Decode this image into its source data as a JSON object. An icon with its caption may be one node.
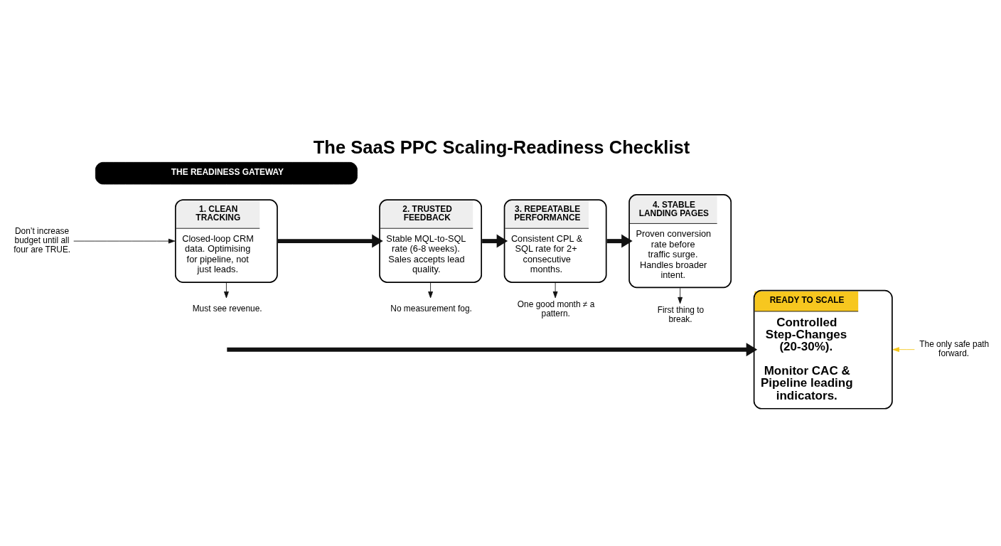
{
  "diagram": {
    "title": "The SaaS PPC Scaling-Readiness Checklist",
    "nodes": [
      {
        "text": [
          "Don’t increase budget until all four are TRUE."
        ]
      },
      {
        "text": [
          "THE READINESS GATEWAY"
        ]
      },
      {
        "text": [
          "1. CLEAN TRACKING",
          "Closed-loop CRM data. Optimising for pipeline, not just leads."
        ]
      },
      {
        "text": [
          "Must see revenue."
        ]
      },
      {
        "text": [
          "2. TRUSTED FEEDBACK",
          "Stable MQL-to-SQL rate (6-8 weeks). Sales accepts lead quality."
        ]
      },
      {
        "text": [
          "No measurement fog."
        ]
      },
      {
        "text": [
          "3. REPEATABLE PERFORMANCE",
          "Consistent CPL & SQL rate for 2+ consecutive months."
        ]
      },
      {
        "text": [
          "One good month ≠ a pattern."
        ]
      },
      {
        "text": [
          "4. STABLE LANDING PAGES",
          "Proven conversion rate before traffic surge. Handles broader intent."
        ]
      },
      {
        "text": [
          "First thing to break."
        ]
      },
      {
        "text": [
          "READY TO SCALE",
          "Controlled Step-Changes (20-30%).",
          "Monitor CAC & Pipeline leading indicators."
        ]
      },
      {
        "text": [
          "The only safe path forward."
        ]
      }
    ],
    "edges": [
      {
        "from": 0,
        "to": 2,
        "arrow": "to"
      },
      {
        "from": 2,
        "to": 3,
        "arrow": "to"
      },
      {
        "from": 2,
        "to": 4,
        "arrow": "to",
        "style": "thick"
      },
      {
        "from": 4,
        "to": 5,
        "arrow": "to"
      },
      {
        "from": 4,
        "to": 6,
        "arrow": "to",
        "style": "thick"
      },
      {
        "from": 6,
        "to": 7,
        "arrow": "to"
      },
      {
        "from": 6,
        "to": 8,
        "arrow": "to",
        "style": "thick"
      },
      {
        "from": 8,
        "to": 9,
        "arrow": "to"
      },
      {
        "from": null,
        "to": 10,
        "arrow": "to",
        "style": "thick"
      },
      {
        "from": 11,
        "to": 10,
        "arrow": "to",
        "color": "#f5c518"
      }
    ]
  }
}
